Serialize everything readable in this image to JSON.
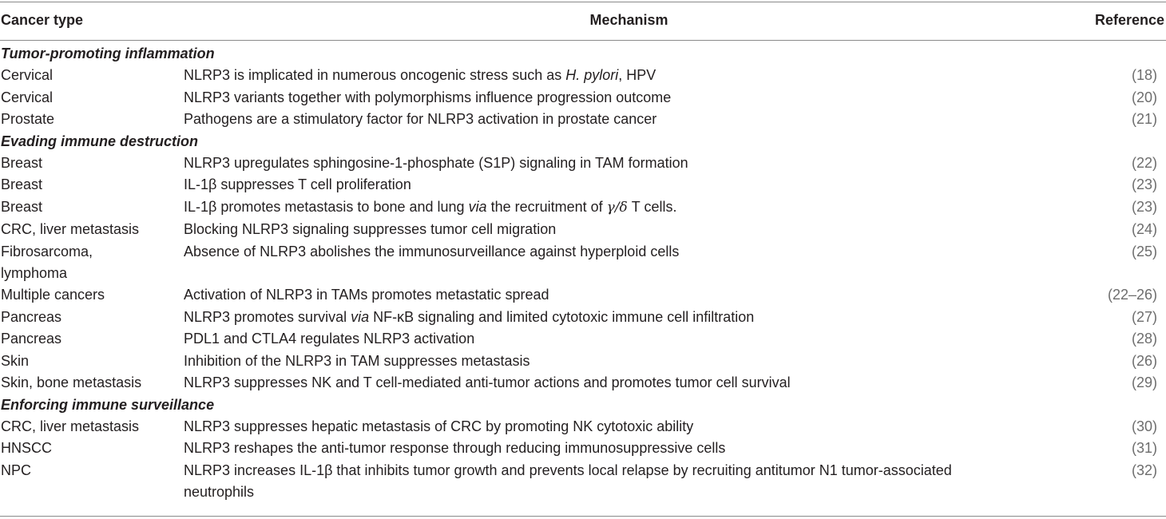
{
  "table": {
    "headers": {
      "cancer_type": "Cancer type",
      "mechanism": "Mechanism",
      "reference": "Reference"
    },
    "sections": [
      {
        "title": "Tumor-promoting inflammation",
        "rows": [
          {
            "type": [
              "Cervical"
            ],
            "mechanism": [
              "NLRP3 is implicated in numerous oncogenic stress such as H. pylori, HPV"
            ],
            "reference": "(18)"
          },
          {
            "type": [
              "Cervical"
            ],
            "mechanism": [
              "NLRP3 variants together with polymorphisms influence progression outcome"
            ],
            "reference": "(20)"
          },
          {
            "type": [
              "Prostate"
            ],
            "mechanism": [
              "Pathogens are a stimulatory factor for NLRP3 activation in prostate cancer"
            ],
            "reference": "(21)"
          }
        ]
      },
      {
        "title": "Evading immune destruction",
        "rows": [
          {
            "type": [
              "Breast"
            ],
            "mechanism": [
              "NLRP3 upregulates sphingosine-1-phosphate (S1P) signaling in TAM formation"
            ],
            "reference": "(22)"
          },
          {
            "type": [
              "Breast"
            ],
            "mechanism": [
              "IL-1β suppresses T cell proliferation"
            ],
            "reference": "(23)"
          },
          {
            "type": [
              "Breast"
            ],
            "mechanism": [
              "IL-1β promotes metastasis to bone and lung via the recruitment of γ/δ T cells."
            ],
            "reference": "(23)"
          },
          {
            "type": [
              "CRC, liver metastasis"
            ],
            "mechanism": [
              "Blocking NLRP3 signaling suppresses tumor cell migration"
            ],
            "reference": "(24)"
          },
          {
            "type": [
              "Fibrosarcoma,",
              "lymphoma"
            ],
            "mechanism": [
              "Absence of NLRP3 abolishes the immunosurveillance against hyperploid cells"
            ],
            "reference": "(25)"
          },
          {
            "type": [
              "Multiple cancers"
            ],
            "mechanism": [
              "Activation of NLRP3 in TAMs promotes metastatic spread"
            ],
            "reference": "(22–26)"
          },
          {
            "type": [
              "Pancreas"
            ],
            "mechanism": [
              "NLRP3 promotes survival via NF-κB signaling and limited cytotoxic immune cell infiltration"
            ],
            "reference": "(27)"
          },
          {
            "type": [
              "Pancreas"
            ],
            "mechanism": [
              "PDL1 and CTLA4 regulates NLRP3 activation"
            ],
            "reference": "(28)"
          },
          {
            "type": [
              "Skin"
            ],
            "mechanism": [
              "Inhibition of the NLRP3 in TAM suppresses metastasis"
            ],
            "reference": "(26)"
          },
          {
            "type": [
              "Skin, bone metastasis"
            ],
            "mechanism": [
              "NLRP3 suppresses NK and T cell-mediated anti-tumor actions and promotes tumor cell survival"
            ],
            "reference": "(29)"
          }
        ]
      },
      {
        "title": "Enforcing immune surveillance",
        "rows": [
          {
            "type": [
              "CRC, liver metastasis"
            ],
            "mechanism": [
              "NLRP3 suppresses hepatic metastasis of CRC by promoting NK cytotoxic ability"
            ],
            "reference": "(30)"
          },
          {
            "type": [
              "HNSCC"
            ],
            "mechanism": [
              "NLRP3 reshapes the anti-tumor response through reducing immunosuppressive cells"
            ],
            "reference": "(31)"
          },
          {
            "type": [
              "NPC"
            ],
            "mechanism": [
              "NLRP3 increases IL-1β that inhibits tumor growth and prevents local relapse by recruiting antitumor N1 tumor-associated",
              "neutrophils"
            ],
            "reference": "(32)"
          }
        ]
      }
    ]
  }
}
